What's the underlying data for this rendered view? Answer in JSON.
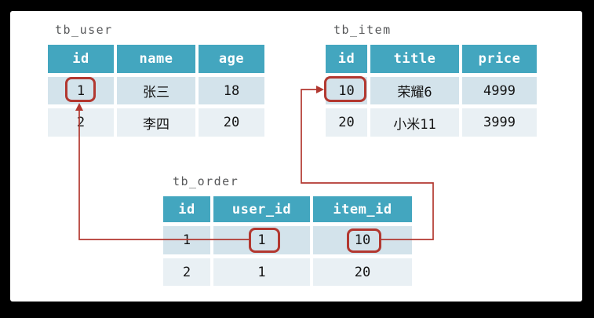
{
  "diagram_title": "database-foreign-key-relations",
  "colors": {
    "frame_background": "#000000",
    "canvas_background": "#ffffff",
    "header_background": "#43a6bf",
    "header_text": "#ffffff",
    "row_odd_background": "#d3e3eb",
    "row_even_background": "#e9f0f4",
    "cell_text": "#141414",
    "table_title_text": "#57585a",
    "highlight_red": "#b23830"
  },
  "tables": {
    "tb_user": {
      "title": "tb_user",
      "columns": [
        "id",
        "name",
        "age"
      ],
      "rows": [
        [
          "1",
          "张三",
          "18"
        ],
        [
          "2",
          "李四",
          "20"
        ]
      ]
    },
    "tb_item": {
      "title": "tb_item",
      "columns": [
        "id",
        "title",
        "price"
      ],
      "rows": [
        [
          "10",
          "荣耀6",
          "4999"
        ],
        [
          "20",
          "小米11",
          "3999"
        ]
      ]
    },
    "tb_order": {
      "title": "tb_order",
      "columns": [
        "id",
        "user_id",
        "item_id"
      ],
      "rows": [
        [
          "1",
          "1",
          "10"
        ],
        [
          "2",
          "1",
          "20"
        ]
      ]
    }
  },
  "highlighted_cells": [
    "tb_user row1 id=1",
    "tb_item row1 id=10",
    "tb_order row1 user_id=1",
    "tb_order row1 item_id=10"
  ],
  "relations": [
    {
      "from": "tb_order.user_id=1",
      "to": "tb_user.id=1"
    },
    {
      "from": "tb_order.item_id=10",
      "to": "tb_item.id=10"
    }
  ]
}
